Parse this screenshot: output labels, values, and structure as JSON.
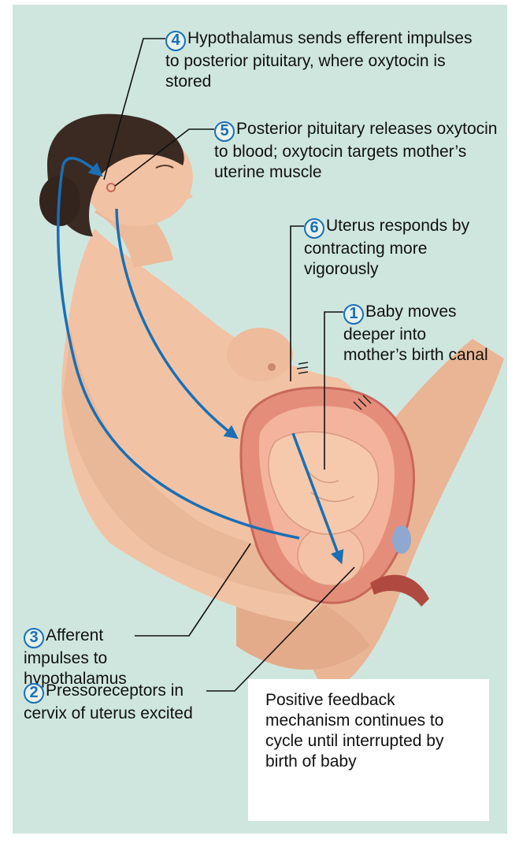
{
  "steps": [
    {
      "num": "1",
      "text": "Baby moves deeper into mother’s birth canal"
    },
    {
      "num": "2",
      "text": "Pressoreceptors in cervix of uterus excited"
    },
    {
      "num": "3",
      "text": "Afferent impulses to hypothalamus"
    },
    {
      "num": "4",
      "text": "Hypothalamus sends efferent impulses to posterior pituitary, where oxytocin is stored"
    },
    {
      "num": "5",
      "text": "Posterior pituitary releases oxytocin to blood; oxytocin targets mother’s uterine muscle"
    },
    {
      "num": "6",
      "text": "Uterus responds by contracting more vigorously"
    }
  ],
  "note": "Positive feedback mechanism continues to cycle until interrupted by birth of baby",
  "colors": {
    "background": "#cfe6df",
    "arrow_blue": "#1a6fb5",
    "skin": "#f1c3a4",
    "hair": "#3a2a22",
    "uterus": "#e58d7b"
  },
  "icons": [
    "woman-illustration",
    "uterus-cutaway",
    "baby-illustration"
  ]
}
